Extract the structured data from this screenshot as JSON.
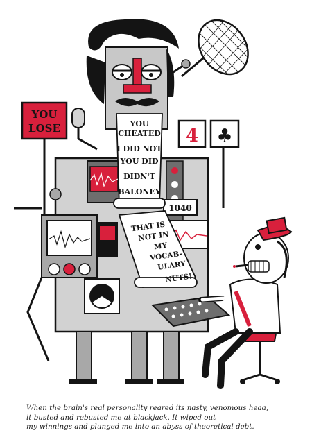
{
  "sign": {
    "text_top": "YOU",
    "text_bottom": "LOSE"
  },
  "card_value": "4",
  "card_suit": "♣",
  "tape_lines": [
    "YOU",
    "CHEATED",
    "I DID NOT",
    "YOU DID",
    "DIDN'T",
    "BALONEY"
  ],
  "tape2_lines": [
    "THAT IS",
    "NOT IN",
    "MY",
    "VOCAB-",
    "ULARY",
    "NUTS!"
  ],
  "counter": "1040",
  "caption": {
    "line1": "When the brain's real personality reared its nasty, venomous heaa,",
    "line2": "it busted and rebusted me at blackjack. It wiped out",
    "line3": "my winnings and plunged me into an abyss of theoretical debt."
  },
  "colors": {
    "red": "#d8203c",
    "ink": "#141414",
    "gray": "#a8a8a8",
    "dark_gray": "#6e6e6e",
    "light_gray": "#d2d2d2",
    "paper": "#ffffff"
  }
}
